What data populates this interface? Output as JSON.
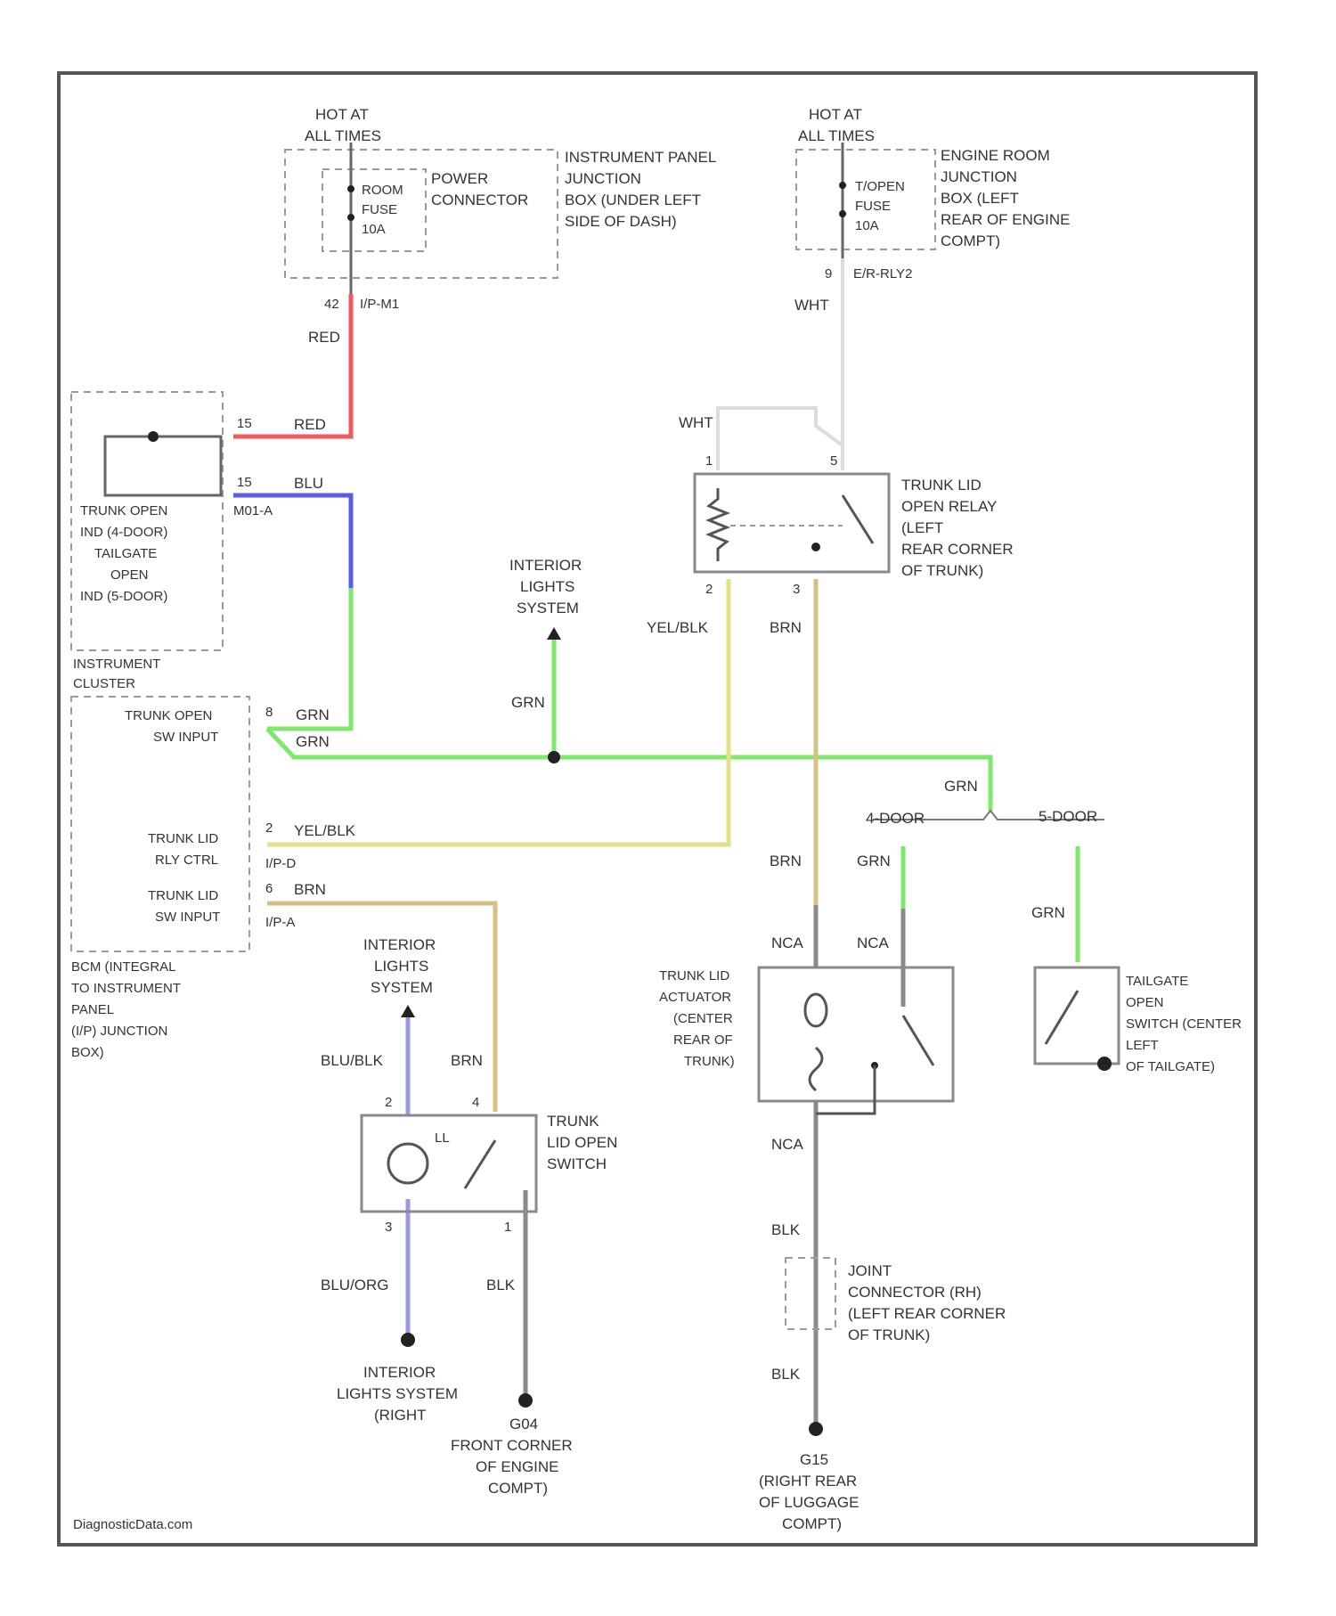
{
  "colors": {
    "red": "#f05a5a",
    "blue": "#5a5af0",
    "green": "#7ee86a",
    "yellow": "#e6df8a",
    "tan": "#d8c080",
    "gray": "#8a8a8a",
    "white_wire": "#dcdcdc",
    "purple": "#9898e0",
    "frame": "#555555"
  },
  "labels": {
    "hot_left": "HOT AT",
    "hot_left_2": "ALL TIMES",
    "hot_right": "HOT AT",
    "hot_right_2": "ALL TIMES",
    "room_fuse_1": "ROOM",
    "room_fuse_2": "FUSE",
    "room_fuse_3": "10A",
    "power_conn_1": "POWER",
    "power_conn_2": "CONNECTOR",
    "ipjb_1": "INSTRUMENT PANEL",
    "ipjb_2": "JUNCTION",
    "ipjb_3": "BOX (UNDER LEFT",
    "ipjb_4": "SIDE OF DASH)",
    "trunk_fuse_1": "T/OPEN",
    "trunk_fuse_2": "FUSE",
    "trunk_fuse_3": "10A",
    "erjb_1": "ENGINE ROOM",
    "erjb_2": "JUNCTION",
    "erjb_3": "BOX (LEFT",
    "erjb_4": "REAR OF ENGINE",
    "erjb_5": "COMPT)",
    "pin_42": "42",
    "conn_ip": "I/P-M1",
    "pin_9": "9",
    "conn_er": "E/R-RLY2",
    "wire_red_1": "RED",
    "wire_red_2": "RED",
    "wire_wht_1": "WHT",
    "wire_wht_2": "WHT",
    "wire_blu": "BLU",
    "pin_cl_a": "15",
    "pin_cl_b": "15",
    "conn_cl": "M01-A",
    "trunk_open_ind_1": "TRUNK OPEN",
    "trunk_open_ind_2": "IND (4-DOOR)",
    "trunk_open_ind_3": "TAILGATE",
    "trunk_open_ind_4": "OPEN",
    "trunk_open_ind_5": "IND (5-DOOR)",
    "instr_cluster_1": "INSTRUMENT",
    "instr_cluster_2": "CLUSTER",
    "relay_1": "TRUNK LID",
    "relay_2": "OPEN RELAY",
    "relay_3": "(LEFT",
    "relay_4": "REAR CORNER",
    "relay_5": "OF TRUNK)",
    "relay_pin_1": "1",
    "relay_pin_2": "2",
    "relay_pin_3": "3",
    "relay_pin_5": "5",
    "wire_yelblk_1": "YEL/BLK",
    "wire_brn_1": "BRN",
    "ils_top_1": "INTERIOR",
    "ils_top_2": "LIGHTS",
    "ils_top_3": "SYSTEM",
    "wire_grn_1": "GRN",
    "bcm_in_1": "TRUNK OPEN",
    "bcm_in_2": "SW INPUT",
    "bcm_pin_8": "8",
    "wire_grn_2": "GRN",
    "wire_grn_3": "GRN",
    "wire_grn_4": "GRN",
    "door4": "4-DOOR",
    "door5": "5-DOOR",
    "bcm_rly_1": "TRUNK LID",
    "bcm_rly_2": "RLY CTRL",
    "bcm_pin_2": "2",
    "wire_yelblk_2": "YEL/BLK",
    "conn_ipd": "I/P-D",
    "bcm_sw_1": "TRUNK LID",
    "bcm_sw_2": "SW INPUT",
    "bcm_pin_6": "6",
    "wire_brn_2": "BRN",
    "conn_ipa": "I/P-A",
    "bcm_1": "BCM (INTEGRAL",
    "bcm_2": "TO INSTRUMENT",
    "bcm_3": "PANEL",
    "bcm_4": "(I/P) JUNCTION",
    "bcm_5": "BOX)",
    "wire_brn_3": "BRN",
    "wire_nca_1": "NCA",
    "wire_nca_2": "NCA",
    "wire_grn_5": "GRN",
    "wire_grn_6": "GRN",
    "act_1": "TRUNK LID",
    "act_2": "ACTUATOR",
    "act_3": "(CENTER",
    "act_4": "REAR OF",
    "act_5": "TRUNK)",
    "tg_1": "TAILGATE",
    "tg_2": "OPEN",
    "tg_3": "SWITCH (CENTER",
    "tg_4": "LEFT",
    "tg_5": "OF TAILGATE)",
    "ils_mid_1": "INTERIOR",
    "ils_mid_2": "LIGHTS",
    "ils_mid_3": "SYSTEM",
    "wire_blublk": "BLU/BLK",
    "wire_brn_4": "BRN",
    "sw_pin_2": "2",
    "sw_pin_4": "4",
    "sw_pin_3": "3",
    "sw_pin_1": "1",
    "sw_1": "TRUNK",
    "sw_2": "LID OPEN",
    "sw_3": "SWITCH",
    "wire_bluorg": "BLU/ORG",
    "wire_blk_1": "BLK",
    "ils_bot_1": "INTERIOR",
    "ils_bot_2": "LIGHTS SYSTEM",
    "ils_bot_3": "(RIGHT",
    "g_front_1": "G04",
    "g_front_2": "FRONT CORNER",
    "g_front_3": "OF ENGINE",
    "g_front_4": "COMPT)",
    "wire_nca_3": "NCA",
    "wire_blk_2": "BLK",
    "jc_1": "JOINT",
    "jc_2": "CONNECTOR (RH)",
    "jc_3": "(LEFT REAR CORNER",
    "jc_4": "OF TRUNK)",
    "wire_blk_3": "BLK",
    "g_rear_1": "G15",
    "g_rear_2": "(RIGHT REAR",
    "g_rear_3": "OF LUGGAGE",
    "g_rear_4": "COMPT)",
    "ll": "LL",
    "watermark": "DiagnosticData.com"
  }
}
